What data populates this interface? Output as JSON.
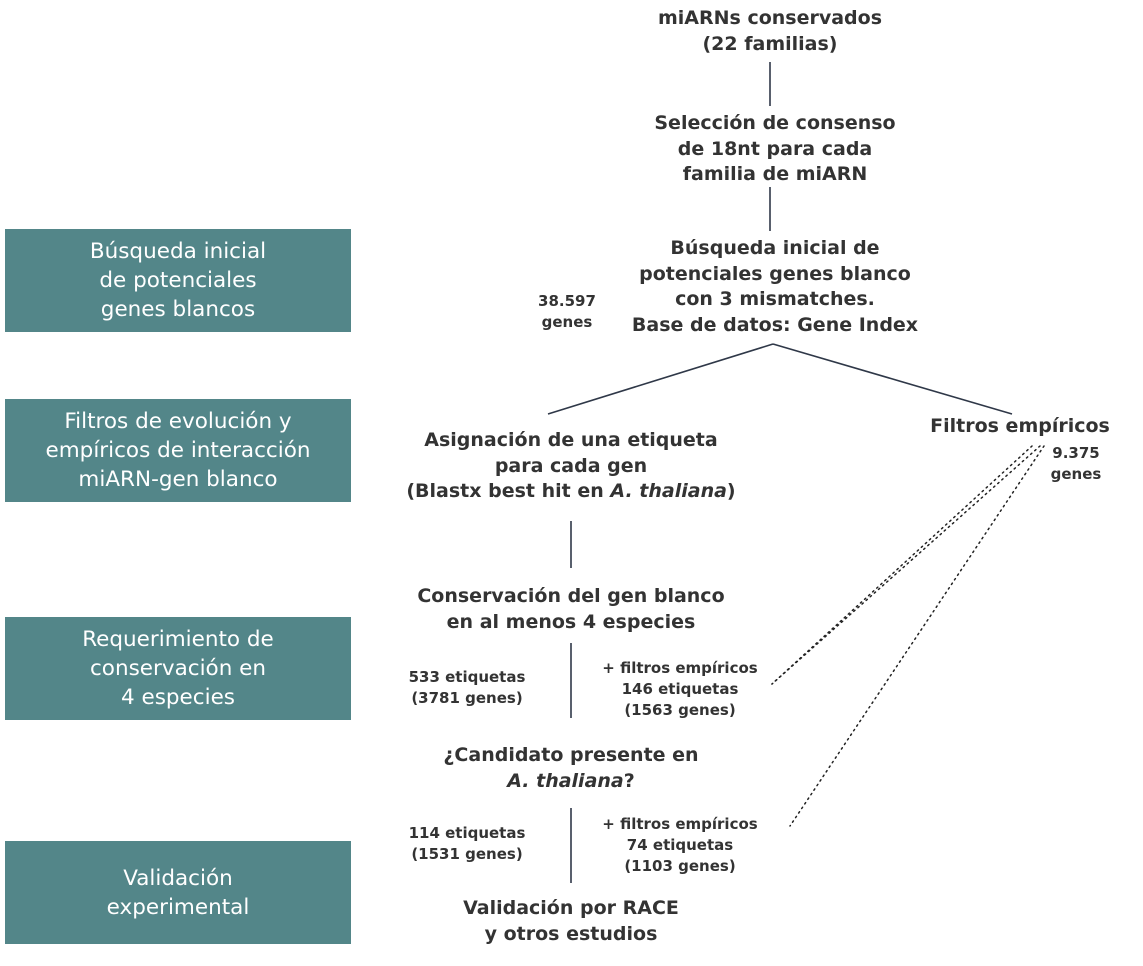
{
  "colors": {
    "stage_box": "#538689",
    "text": "#333333",
    "line": "#2f3848"
  },
  "stages": [
    {
      "lines": [
        "Búsqueda inicial",
        "de potenciales",
        "genes blancos"
      ]
    },
    {
      "lines": [
        "Filtros de evolución y",
        "empíricos de interacción",
        "miARN-gen blanco"
      ]
    },
    {
      "lines": [
        "Requerimiento de",
        "conservación en",
        "4 especies"
      ]
    },
    {
      "lines": [
        "Validación",
        "experimental"
      ]
    }
  ],
  "nodes": {
    "conserved": [
      "miARNs conservados",
      "(22 familias)"
    ],
    "consensus": [
      "Selección de consenso",
      "de 18nt para cada",
      "familia de miARN"
    ],
    "initial_search": [
      "Búsqueda inicial de",
      "potenciales genes blanco",
      "con 3 mismatches.",
      "Base de datos: Gene Index"
    ],
    "label_assignment": {
      "line1": "Asignación de una etiqueta",
      "line2": "para cada gen",
      "line3_pre": "(Blastx best hit en ",
      "line3_italic": "A. thaliana",
      "line3_post": ")"
    },
    "empirical_filters": "Filtros empíricos",
    "conservation": [
      "Conservación del gen blanco",
      "en al menos 4 especies"
    ],
    "candidate": {
      "line1": "¿Candidato presente en",
      "line2_italic": "A. thaliana",
      "line2_post": "?"
    },
    "validation": [
      "Validación por RACE",
      "y otros estudios"
    ]
  },
  "counts": {
    "initial_genes": [
      "38.597",
      "genes"
    ],
    "empirical_genes": [
      "9.375",
      "genes"
    ],
    "conservation_left": [
      "533 etiquetas",
      "(3781 genes)"
    ],
    "conservation_right": [
      "+ filtros empíricos",
      "146 etiquetas",
      "(1563 genes)"
    ],
    "candidate_left": [
      "114 etiquetas",
      "(1531 genes)"
    ],
    "candidate_right": [
      "+ filtros empíricos",
      "74 etiquetas",
      "(1103 genes)"
    ]
  }
}
